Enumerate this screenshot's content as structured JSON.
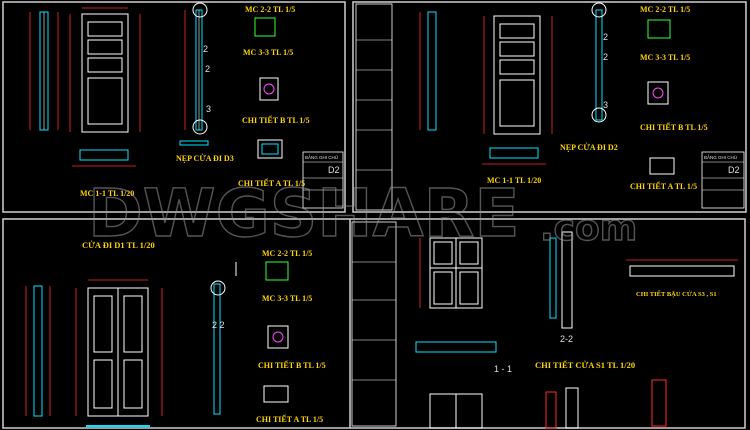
{
  "watermark": "DWGSHARE",
  "watermark_suffix": ".com",
  "top_left": {
    "mc22": "MC 2-2  TL 1/5",
    "mc33": "MC 3-3  TL 1/5",
    "ctb": "CHI TIẾT B  TL 1/5",
    "nep": "NẸP CỬA  ĐI D3",
    "cta": "CHI TIẾT A  TL 1/5",
    "mc11": "MC 1-1  TL 1/20",
    "legend_title": "BẢNG GHI CHÚ",
    "legend_code": "D2",
    "sec2": "2",
    "sec2b": "2",
    "sec3": "3"
  },
  "top_right": {
    "mc22": "MC 2-2  TL 1/5",
    "mc33": "MC 3-3  TL 1/5",
    "ctb": "CHI TIẾT B  TL 1/5",
    "nep": "NẸP CỬA  ĐI D2",
    "cta": "CHI TIẾT A  TL 1/5",
    "mc11": "MC 1-1  TL 1/20",
    "legend_title": "BẢNG GHI CHÚ",
    "legend_code": "D2",
    "sec2": "2",
    "sec2b": "2",
    "sec3": "3"
  },
  "bottom_left": {
    "title": "CỬA  ĐI  D1  TL 1/20",
    "mc22": "MC 2-2  TL 1/5",
    "mc33": "MC 3-3  TL 1/5",
    "ctb": "CHI TIẾT B  TL 1/5",
    "cta": "CHI TIẾT A  TL 1/5",
    "sec22": "2    2"
  },
  "bottom_right": {
    "s1": "CHI TIẾT CỬA S1  TL 1/20",
    "bau": "CHI TIẾT BẬU CỬA S3 , S1",
    "sec11": "1 - 1",
    "sec22": "2-2"
  },
  "colors": {
    "frame": "#cfcfcf",
    "label": "#ffd400",
    "dim": "#ff2a2a",
    "cyan": "#00e5ff",
    "white": "#ffffff",
    "green": "#35ff35",
    "magenta": "#ff44ff"
  }
}
